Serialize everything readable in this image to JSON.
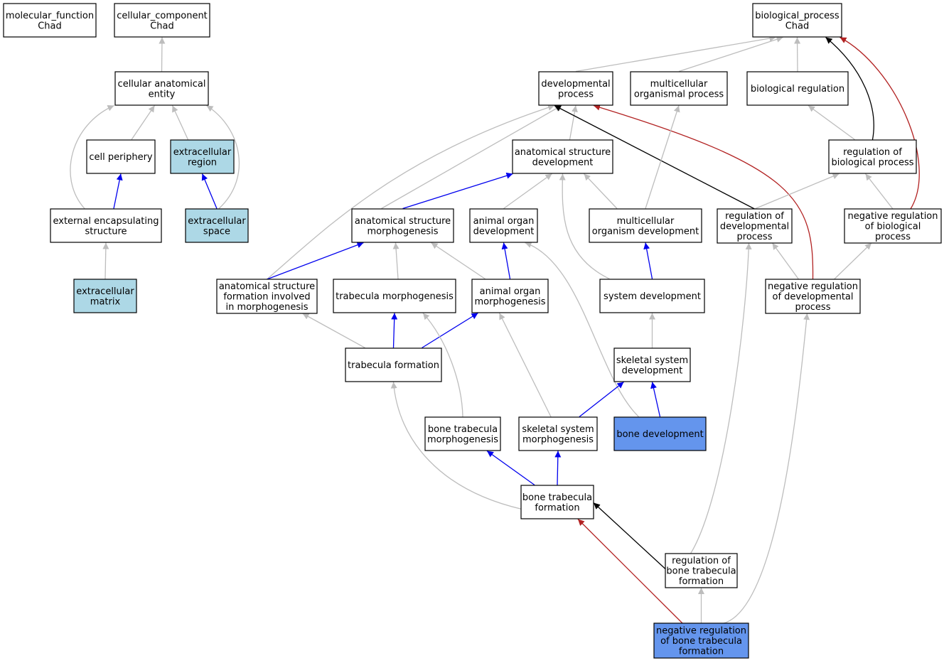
{
  "colors": {
    "is_a": "#bdbdbd",
    "part_of": "#0000ee",
    "regulates": "#000000",
    "negatively_regulates": "#b22222",
    "node_default": "#ffffff",
    "node_light": "#add8e6",
    "node_strong": "#6495ed"
  },
  "nodes": [
    {
      "id": "mf",
      "lines": [
        "molecular_function",
        "Chad"
      ],
      "fill": "node_default"
    },
    {
      "id": "cc",
      "lines": [
        "cellular_component",
        "Chad"
      ],
      "fill": "node_default"
    },
    {
      "id": "bp",
      "lines": [
        "biological_process",
        "Chad"
      ],
      "fill": "node_default"
    },
    {
      "id": "cae",
      "lines": [
        "cellular anatomical",
        "entity"
      ],
      "fill": "node_default"
    },
    {
      "id": "devp",
      "lines": [
        "developmental",
        "process"
      ],
      "fill": "node_default"
    },
    {
      "id": "mop",
      "lines": [
        "multicellular",
        "organismal process"
      ],
      "fill": "node_default"
    },
    {
      "id": "breg",
      "lines": [
        "biological regulation"
      ],
      "fill": "node_default"
    },
    {
      "id": "cper",
      "lines": [
        "cell periphery"
      ],
      "fill": "node_default"
    },
    {
      "id": "ecr",
      "lines": [
        "extracellular",
        "region"
      ],
      "fill": "node_light"
    },
    {
      "id": "asd",
      "lines": [
        "anatomical structure",
        "development"
      ],
      "fill": "node_default"
    },
    {
      "id": "rbp",
      "lines": [
        "regulation of",
        "biological process"
      ],
      "fill": "node_default"
    },
    {
      "id": "ees",
      "lines": [
        "external encapsulating",
        "structure"
      ],
      "fill": "node_default"
    },
    {
      "id": "ecs",
      "lines": [
        "extracellular",
        "space"
      ],
      "fill": "node_light"
    },
    {
      "id": "asm",
      "lines": [
        "anatomical structure",
        "morphogenesis"
      ],
      "fill": "node_default"
    },
    {
      "id": "aod",
      "lines": [
        "animal organ",
        "development"
      ],
      "fill": "node_default"
    },
    {
      "id": "mod",
      "lines": [
        "multicellular",
        "organism development"
      ],
      "fill": "node_default"
    },
    {
      "id": "rdp",
      "lines": [
        "regulation of",
        "developmental",
        "process"
      ],
      "fill": "node_default"
    },
    {
      "id": "nrbp",
      "lines": [
        "negative regulation",
        "of biological",
        "process"
      ],
      "fill": "node_default"
    },
    {
      "id": "ecm",
      "lines": [
        "extracellular",
        "matrix"
      ],
      "fill": "node_light"
    },
    {
      "id": "asfm",
      "lines": [
        "anatomical structure",
        "formation involved",
        "in morphogenesis"
      ],
      "fill": "node_default"
    },
    {
      "id": "tm",
      "lines": [
        "trabecula morphogenesis"
      ],
      "fill": "node_default"
    },
    {
      "id": "aom",
      "lines": [
        "animal organ",
        "morphogenesis"
      ],
      "fill": "node_default"
    },
    {
      "id": "sd",
      "lines": [
        "system development"
      ],
      "fill": "node_default"
    },
    {
      "id": "nrdp",
      "lines": [
        "negative regulation",
        "of developmental",
        "process"
      ],
      "fill": "node_default"
    },
    {
      "id": "tf",
      "lines": [
        "trabecula formation"
      ],
      "fill": "node_default"
    },
    {
      "id": "ssd",
      "lines": [
        "skeletal system",
        "development"
      ],
      "fill": "node_default"
    },
    {
      "id": "btm",
      "lines": [
        "bone trabecula",
        "morphogenesis"
      ],
      "fill": "node_default"
    },
    {
      "id": "ssm",
      "lines": [
        "skeletal system",
        "morphogenesis"
      ],
      "fill": "node_default"
    },
    {
      "id": "bd",
      "lines": [
        "bone development"
      ],
      "fill": "node_strong"
    },
    {
      "id": "btf",
      "lines": [
        "bone trabecula",
        "formation"
      ],
      "fill": "node_default"
    },
    {
      "id": "rbtf",
      "lines": [
        "regulation of",
        "bone trabecula",
        "formation"
      ],
      "fill": "node_default"
    },
    {
      "id": "nrbtf",
      "lines": [
        "negative regulation",
        "of bone trabecula",
        "formation"
      ],
      "fill": "node_strong"
    }
  ],
  "edges": [
    {
      "from": "cae",
      "to": "cc",
      "type": "is_a"
    },
    {
      "from": "devp",
      "to": "bp",
      "type": "is_a"
    },
    {
      "from": "mop",
      "to": "bp",
      "type": "is_a"
    },
    {
      "from": "breg",
      "to": "bp",
      "type": "is_a"
    },
    {
      "from": "rbp",
      "to": "bp",
      "type": "regulates"
    },
    {
      "from": "nrbp",
      "to": "bp",
      "type": "negatively_regulates"
    },
    {
      "from": "ees",
      "to": "cae",
      "type": "is_a"
    },
    {
      "from": "cper",
      "to": "cae",
      "type": "is_a"
    },
    {
      "from": "ecr",
      "to": "cae",
      "type": "is_a"
    },
    {
      "from": "ecs",
      "to": "cae",
      "type": "is_a"
    },
    {
      "from": "asfm",
      "to": "devp",
      "type": "is_a"
    },
    {
      "from": "asm",
      "to": "devp",
      "type": "is_a"
    },
    {
      "from": "asd",
      "to": "devp",
      "type": "is_a"
    },
    {
      "from": "rdp",
      "to": "devp",
      "type": "regulates"
    },
    {
      "from": "nrdp",
      "to": "devp",
      "type": "negatively_regulates"
    },
    {
      "from": "mod",
      "to": "mop",
      "type": "is_a"
    },
    {
      "from": "rbp",
      "to": "breg",
      "type": "is_a"
    },
    {
      "from": "ees",
      "to": "cper",
      "type": "part_of"
    },
    {
      "from": "ecs",
      "to": "ecr",
      "type": "part_of"
    },
    {
      "from": "asm",
      "to": "asd",
      "type": "part_of"
    },
    {
      "from": "aod",
      "to": "asd",
      "type": "is_a"
    },
    {
      "from": "sd",
      "to": "asd",
      "type": "is_a"
    },
    {
      "from": "mod",
      "to": "asd",
      "type": "is_a"
    },
    {
      "from": "rdp",
      "to": "rbp",
      "type": "is_a"
    },
    {
      "from": "nrbp",
      "to": "rbp",
      "type": "is_a"
    },
    {
      "from": "ecm",
      "to": "ees",
      "type": "is_a"
    },
    {
      "from": "asfm",
      "to": "asm",
      "type": "part_of"
    },
    {
      "from": "tm",
      "to": "asm",
      "type": "is_a"
    },
    {
      "from": "aom",
      "to": "asm",
      "type": "is_a"
    },
    {
      "from": "aom",
      "to": "aod",
      "type": "part_of"
    },
    {
      "from": "bd",
      "to": "aod",
      "type": "is_a"
    },
    {
      "from": "sd",
      "to": "mod",
      "type": "part_of"
    },
    {
      "from": "nrdp",
      "to": "rdp",
      "type": "is_a"
    },
    {
      "from": "nrdp",
      "to": "nrbp",
      "type": "is_a"
    },
    {
      "from": "tf",
      "to": "asfm",
      "type": "is_a"
    },
    {
      "from": "tf",
      "to": "tm",
      "type": "part_of"
    },
    {
      "from": "tf",
      "to": "aom",
      "type": "part_of"
    },
    {
      "from": "ssd",
      "to": "sd",
      "type": "is_a"
    },
    {
      "from": "btf",
      "to": "tf",
      "type": "is_a"
    },
    {
      "from": "btm",
      "to": "tm",
      "type": "is_a"
    },
    {
      "from": "ssm",
      "to": "aom",
      "type": "is_a"
    },
    {
      "from": "ssm",
      "to": "ssd",
      "type": "part_of"
    },
    {
      "from": "bd",
      "to": "ssd",
      "type": "part_of"
    },
    {
      "from": "btf",
      "to": "btm",
      "type": "part_of"
    },
    {
      "from": "btf",
      "to": "ssm",
      "type": "part_of"
    },
    {
      "from": "rbtf",
      "to": "btf",
      "type": "regulates"
    },
    {
      "from": "rbtf",
      "to": "rdp",
      "type": "is_a"
    },
    {
      "from": "nrbtf",
      "to": "btf",
      "type": "negatively_regulates"
    },
    {
      "from": "nrbtf",
      "to": "rbtf",
      "type": "is_a"
    },
    {
      "from": "nrbtf",
      "to": "nrdp",
      "type": "is_a"
    }
  ]
}
